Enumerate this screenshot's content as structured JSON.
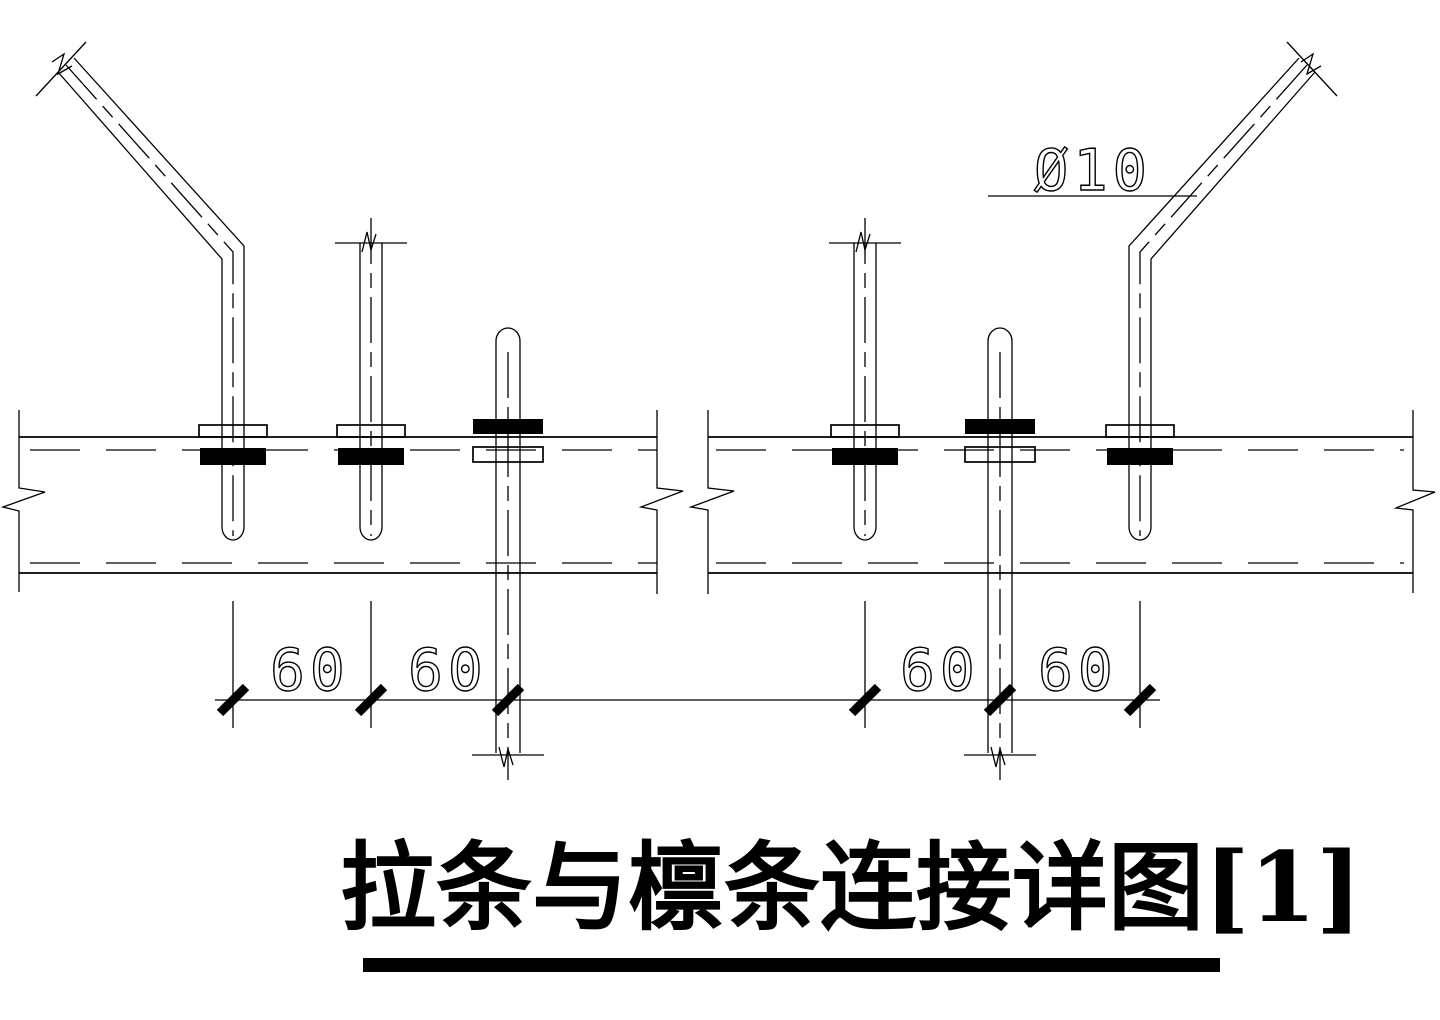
{
  "drawing": {
    "title": "拉条与檩条连接详图[1]",
    "callout": {
      "diameter_label": "Ø10"
    },
    "dimensions": {
      "labels": [
        "60",
        "60",
        "60",
        "60"
      ]
    }
  },
  "colors": {
    "line": "#000000",
    "background": "#ffffff",
    "nut_fill": "#000000"
  }
}
